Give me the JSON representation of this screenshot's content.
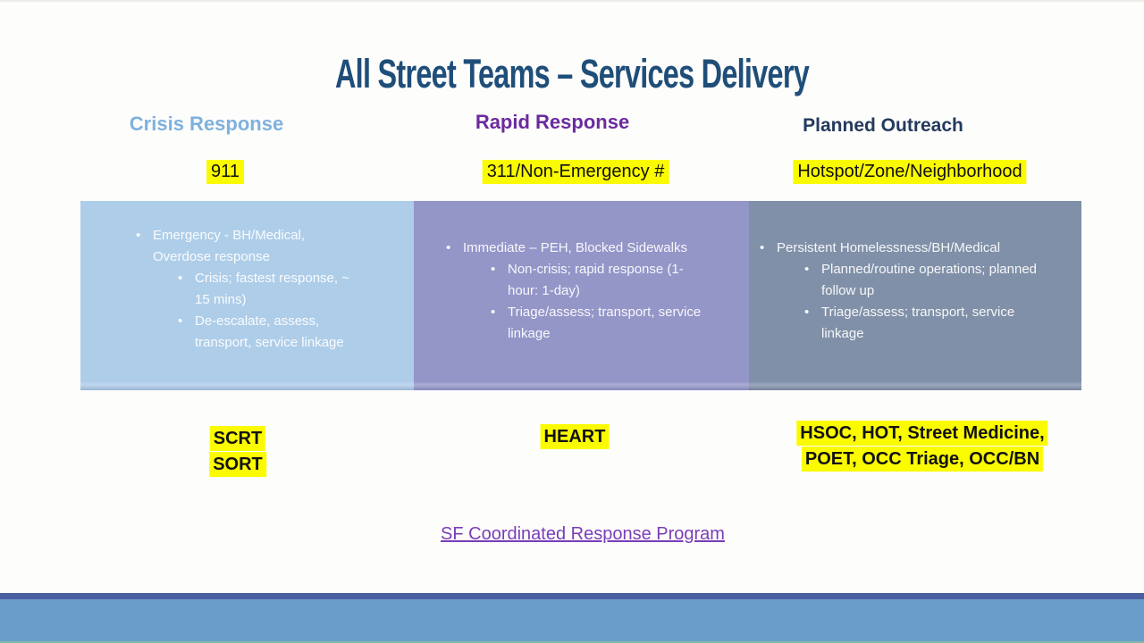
{
  "slide": {
    "title": "All Street Teams – Services Delivery",
    "link_label": "SF Coordinated Response Program"
  },
  "columns": [
    {
      "header": "Crisis Response",
      "channel": "911",
      "bullets": [
        {
          "level": 1,
          "text": "Emergency - BH/Medical,\nOverdose response"
        },
        {
          "level": 2,
          "text": "Crisis; fastest response, ~\n15 mins)"
        },
        {
          "level": 2,
          "text": "De-escalate, assess,\ntransport, service linkage"
        }
      ],
      "teams": [
        "SCRT",
        "SORT"
      ]
    },
    {
      "header": "Rapid Response",
      "channel": "311/Non-Emergency #",
      "bullets": [
        {
          "level": 1,
          "text": "Immediate – PEH, Blocked Sidewalks"
        },
        {
          "level": 2,
          "text": "Non-crisis; rapid response (1-\nhour: 1-day)"
        },
        {
          "level": 2,
          "text": "Triage/assess; transport, service\nlinkage"
        }
      ],
      "teams": [
        "HEART"
      ]
    },
    {
      "header": "Planned Outreach",
      "channel": "Hotspot/Zone/Neighborhood",
      "bullets": [
        {
          "level": 1,
          "text": "Persistent Homelessness/BH/Medical"
        },
        {
          "level": 2,
          "text": "Planned/routine operations; planned\nfollow up"
        },
        {
          "level": 2,
          "text": "Triage/assess; transport, service\nlinkage"
        }
      ],
      "teams": [
        "HSOC, HOT, Street Medicine,",
        "POET, OCC Triage, OCC/BN"
      ]
    }
  ],
  "colors": {
    "title": "#1F4E79",
    "crisis_header": "#7EB1DE",
    "rapid_header": "#6B2A9E",
    "planned_header": "#243A5E",
    "highlight": "#FBFB00",
    "box1": "#AECDE9",
    "box2": "#9496C8",
    "box3": "#8090A8",
    "link": "#7A3DB8",
    "footer_dark": "#4A5FA0",
    "footer_light": "#6B9DCB",
    "footer_teal": "#82B9A7",
    "top_edge": "#EAEEE8"
  }
}
